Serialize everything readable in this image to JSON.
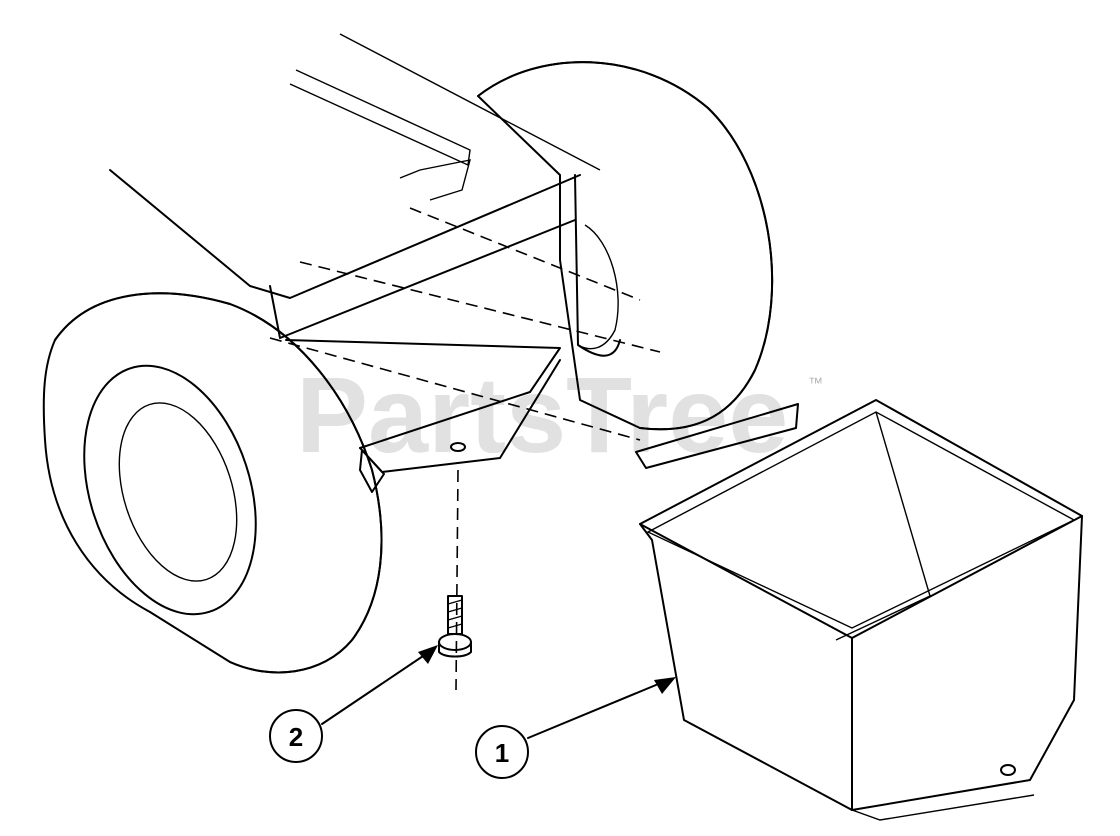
{
  "diagram": {
    "callouts": [
      {
        "id": "1",
        "label": "1",
        "part": "hopper"
      },
      {
        "id": "2",
        "label": "2",
        "part": "bolt"
      }
    ],
    "watermark": {
      "text": "PartsTree",
      "trademark": "™"
    },
    "colors": {
      "ink": "#000000",
      "background": "#ffffff",
      "watermark": "#c9c9c9"
    }
  }
}
